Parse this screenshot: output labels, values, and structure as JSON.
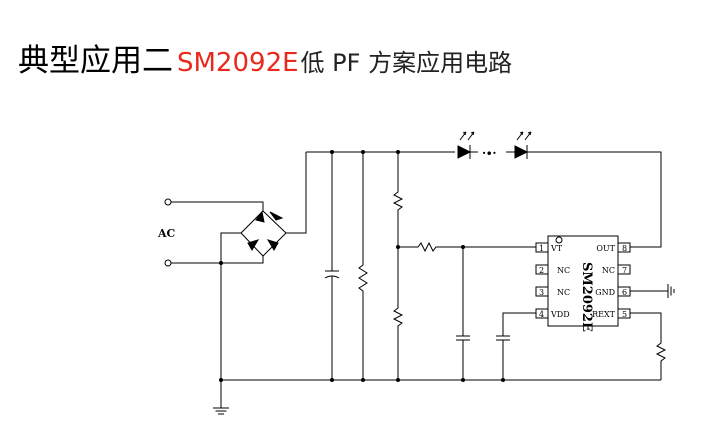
{
  "title": {
    "prefix": "典型应用二",
    "model": "SM2092E",
    "suffix": "低 PF 方案应用电路"
  },
  "circuit": {
    "ac_label": "AC",
    "ic": {
      "part": "SM2092E",
      "pins": [
        {
          "num": "1",
          "name": "VT"
        },
        {
          "num": "2",
          "name": "NC"
        },
        {
          "num": "3",
          "name": "NC"
        },
        {
          "num": "4",
          "name": "VDD"
        },
        {
          "num": "5",
          "name": "REXT"
        },
        {
          "num": "6",
          "name": "GND"
        },
        {
          "num": "7",
          "name": "NC"
        },
        {
          "num": "8",
          "name": "OUT"
        }
      ]
    },
    "led_string_ellipsis": "·∙·"
  },
  "colors": {
    "title_accent": "#e8291c",
    "wire": "#000000"
  }
}
